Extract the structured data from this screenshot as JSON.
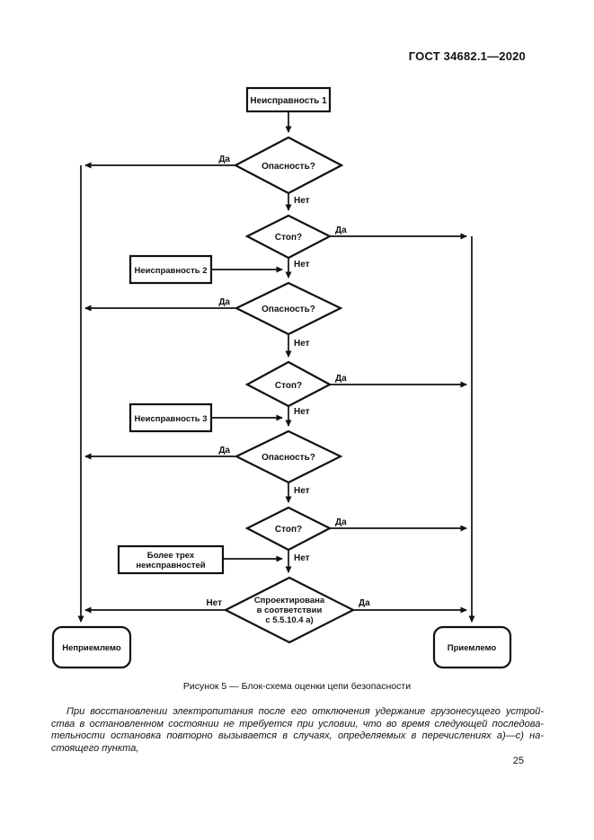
{
  "header": {
    "doc_number": "ГОСТ 34682.1—2020"
  },
  "flowchart": {
    "fault1": "Неисправность 1",
    "fault2": "Неисправность 2",
    "fault3": "Неисправность 3",
    "more_faults": [
      "Более трех",
      "неисправностей"
    ],
    "danger": "Опасность?",
    "stop": "Стоп?",
    "designed": [
      "Спроектирована",
      "в соответствии",
      "с 5.5.10.4 а)"
    ],
    "yes": "Да",
    "no": "Нет",
    "unacceptable": "Неприемлемо",
    "acceptable": "Приемлемо"
  },
  "caption": {
    "text": "Рисунок 5 — Блок-схема оценки цепи безопасности"
  },
  "paragraph": {
    "lines": [
      "При восстановлении электропитания после его отключения удержание грузонесущего устрой-",
      "ства в остановленном состоянии не требуется при условии, что во время следующей последова-",
      "тельности остановка повторно вызывается в случаях, определяемых в перечислениях а)—с) на-",
      "стоящего пункта,"
    ]
  },
  "footer": {
    "page_number": "25"
  }
}
